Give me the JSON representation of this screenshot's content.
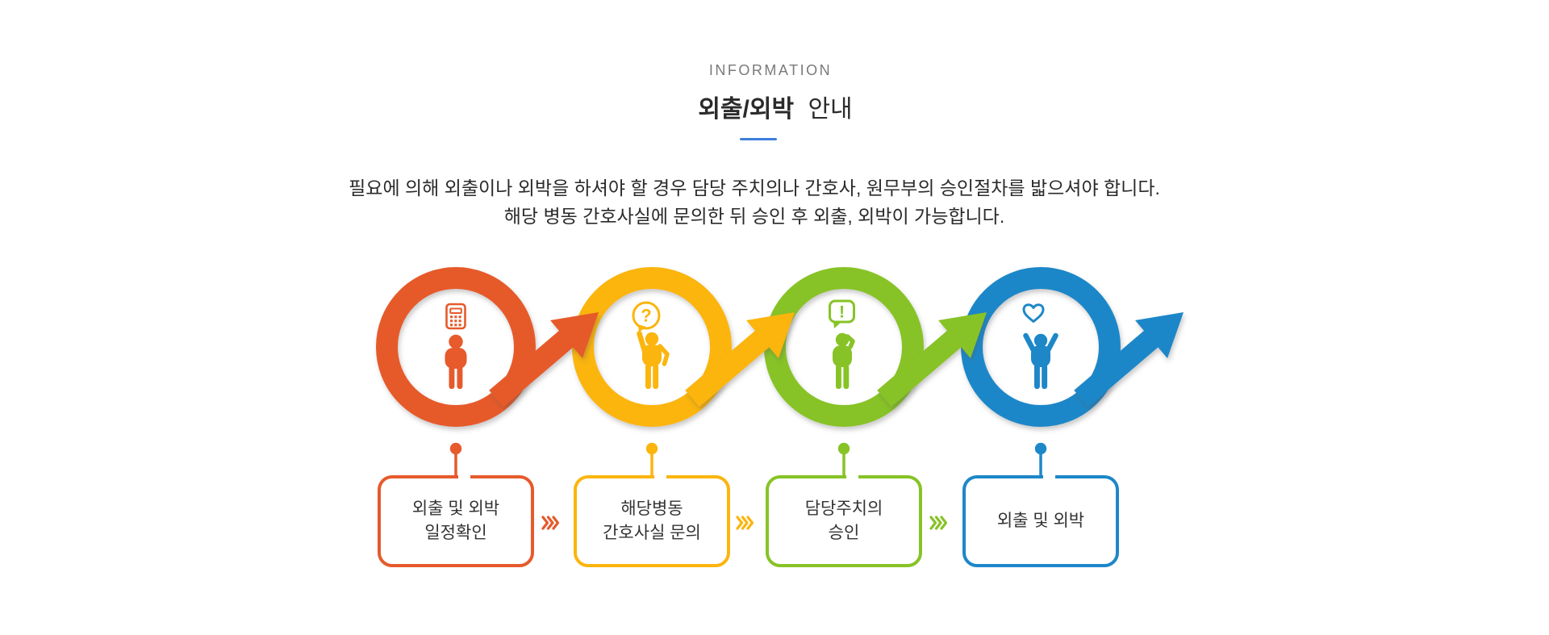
{
  "header": {
    "eyebrow": "INFORMATION",
    "title_strong": "외출/외박",
    "title_regular": "안내",
    "divider_color": "#3d7edc"
  },
  "description": {
    "lines": [
      "필요에 의해 외출이나 외박을 하셔야 할 경우 담당 주치의나 간호사, 원무부의 승인절차를 밟으셔야 합니다.",
      "해당 병동 간호사실에 문의한 뒤 승인 후 외출, 외박이 가능합니다."
    ]
  },
  "process": {
    "steps": [
      {
        "label_lines": [
          "외출 및 외박",
          "일정확인"
        ],
        "color": "#e65a2c",
        "icon": "calculator-person"
      },
      {
        "label_lines": [
          "해당병동",
          "간호사실 문의"
        ],
        "color": "#fbb50e",
        "icon": "question-person"
      },
      {
        "label_lines": [
          "담당주치의",
          "승인"
        ],
        "color": "#87c326",
        "icon": "exclamation-person"
      },
      {
        "label_lines": [
          "외출 및 외박"
        ],
        "color": "#1d87c8",
        "icon": "heart-person"
      }
    ],
    "bubble_question_mark": "?",
    "bubble_exclamation_mark": "!",
    "separator_icon": "triple-chevron"
  }
}
